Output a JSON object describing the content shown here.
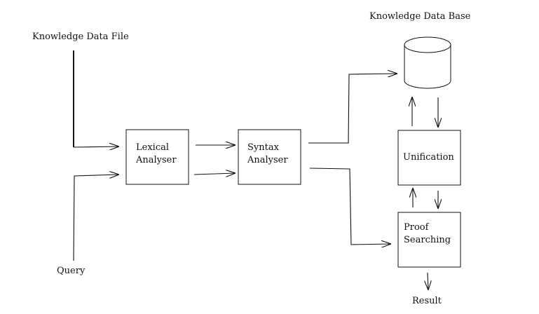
{
  "labels": {
    "knowledge_data_file": "Knowledge Data File",
    "query": "Query",
    "knowledge_data_base": "Knowledge Data Base",
    "result": "Result"
  },
  "boxes": {
    "lexical": {
      "line1": "Lexical",
      "line2": "Analyser"
    },
    "syntax": {
      "line1": "Syntax",
      "line2": "Analyser"
    },
    "unification": {
      "line1": "Unification"
    },
    "proof": {
      "line1": "Proof",
      "line2": "Searching"
    }
  },
  "colors": {
    "stroke": "#111111",
    "background": "#ffffff"
  }
}
